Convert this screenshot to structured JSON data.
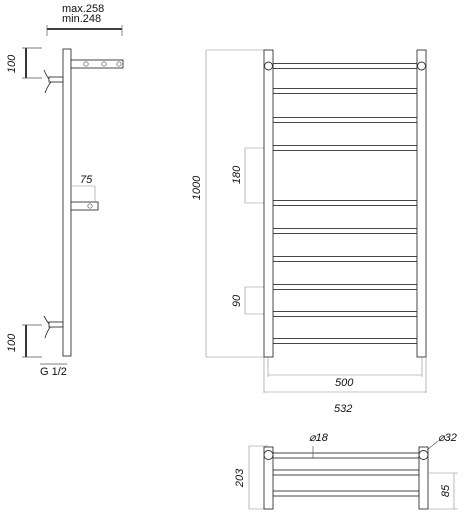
{
  "side_view": {
    "projection_max": "max.258",
    "projection_min": "min.248",
    "top_mount_height": "100",
    "bottom_mount_height": "100",
    "middle_offset": "75",
    "thread_size": "G 1/2"
  },
  "front_view": {
    "total_height": "1000",
    "upper_spacing": "180",
    "lower_spacing": "90",
    "inner_width": "500",
    "total_width": "532"
  },
  "top_view": {
    "bar_diameter": "⌀18",
    "post_diameter": "⌀32",
    "depth": "203",
    "rail_spacing": "85"
  }
}
